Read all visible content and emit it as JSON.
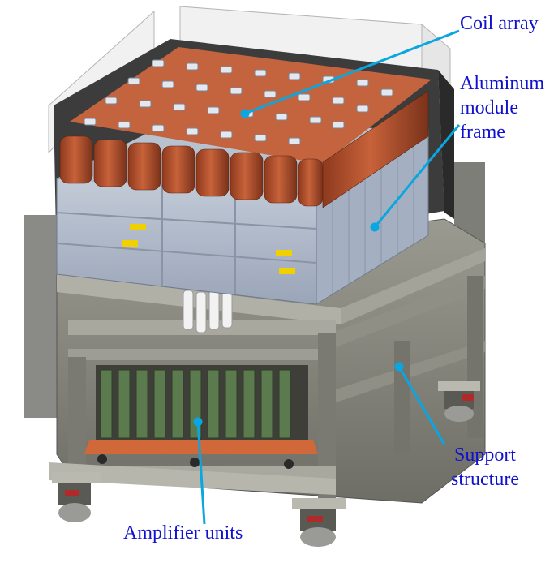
{
  "labels": {
    "coil_array": "Coil array",
    "frame_line1": "Aluminum",
    "frame_line2": "module",
    "frame_line3": "frame",
    "support_line1": "Support",
    "support_line2": "structure",
    "amplifier_units": "Amplifier units"
  },
  "colors": {
    "label_text": "#1010d0",
    "leader_line": "#0aa6e0",
    "coil_copper": "#b8532e",
    "coil_top": "#d86a44",
    "aluminum_frame": "#a9b4c6",
    "support_steel": "#8a8a80",
    "panel_glass": "#e8e8e8",
    "pcb_orange": "#d0683a",
    "board_green": "#5b7a4e"
  },
  "icons": {
    "coil_array": "coil-cylinder-grid",
    "frame": "aluminum-frame",
    "support": "steel-support-structure",
    "amplifier": "amplifier-board-rack",
    "casters": "caster-wheel"
  }
}
